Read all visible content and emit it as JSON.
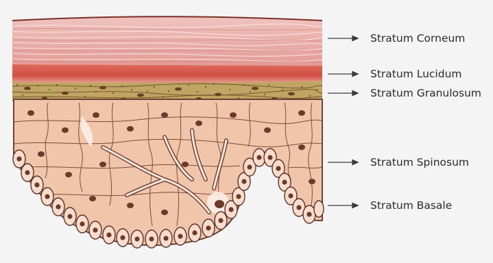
{
  "title": "",
  "layers": [
    {
      "id": "corneum",
      "label": "Stratum Corneum",
      "color": "#e7b4b2"
    },
    {
      "id": "lucidum",
      "label": "Stratum Lucidum",
      "color": "#d95b50"
    },
    {
      "id": "granulosum",
      "label": "Stratum Granulosum",
      "color": "#b9a05c"
    },
    {
      "id": "spinosum",
      "label": "Stratum Spinosum",
      "color": "#f0c3a8"
    },
    {
      "id": "basale",
      "label": "Stratum Basale",
      "color": "#f6d5c6"
    }
  ],
  "colors": {
    "background": "#f4f4f5",
    "outline": "#5a3327",
    "nucleus": "#6d3a2a",
    "arrow": "#3a3a3a"
  }
}
